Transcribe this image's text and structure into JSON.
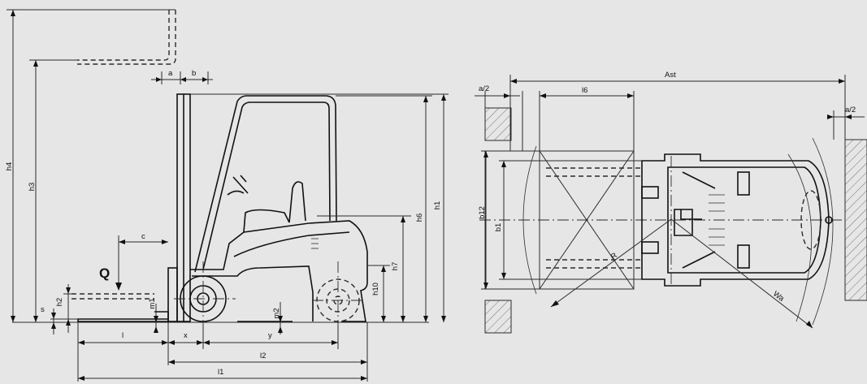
{
  "side_view": {
    "load_symbol": "Q",
    "dims": {
      "h4": "h4",
      "h3": "h3",
      "h6": "h6",
      "h1": "h1",
      "h7": "h7",
      "h10": "h10",
      "h2": "h2",
      "s": "s",
      "m1": "m1",
      "m2": "m2",
      "a": "a",
      "b": "b",
      "c": "c",
      "l": "l",
      "x": "x",
      "y": "y",
      "l2": "l2",
      "l1": "l1"
    }
  },
  "top_view": {
    "dims": {
      "ast": "Ast",
      "a2_left": "a/2",
      "a2_right": "a/2",
      "l6": "l6",
      "b12": "b12",
      "b1": "b1",
      "r": "R",
      "wa": "Wa"
    }
  },
  "colors": {
    "background": "#e6e6e6",
    "line": "#2b2b2b"
  }
}
